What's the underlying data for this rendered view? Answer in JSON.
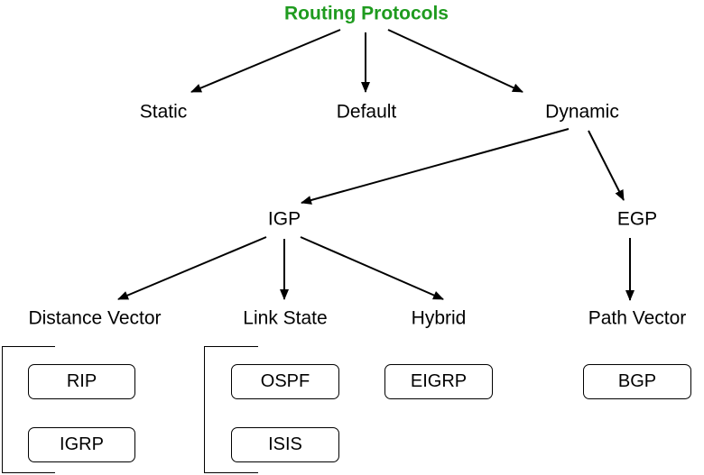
{
  "diagram": {
    "title": "Routing Protocols",
    "title_color": "#1f9b1f",
    "level1": {
      "static": "Static",
      "default": "Default",
      "dynamic": "Dynamic"
    },
    "level2": {
      "igp": "IGP",
      "egp": "EGP"
    },
    "level3": {
      "distance_vector": "Distance Vector",
      "link_state": "Link State",
      "hybrid": "Hybrid",
      "path_vector": "Path Vector"
    },
    "protocols": {
      "rip": "RIP",
      "igrp": "IGRP",
      "ospf": "OSPF",
      "isis": "ISIS",
      "eigrp": "EIGRP",
      "bgp": "BGP"
    }
  }
}
